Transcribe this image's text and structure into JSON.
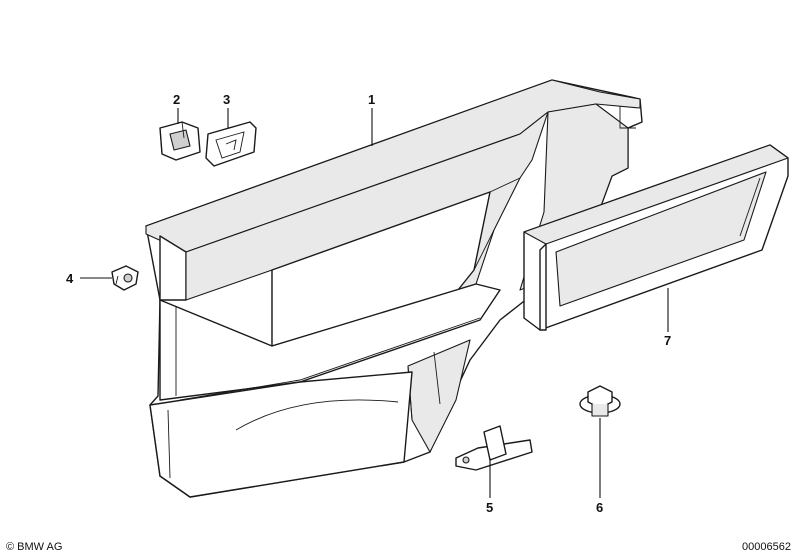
{
  "callouts": [
    "1",
    "2",
    "3",
    "4",
    "5",
    "6",
    "7"
  ],
  "footer": {
    "copyright": "© BMW AG",
    "doc_number": "00006562"
  }
}
